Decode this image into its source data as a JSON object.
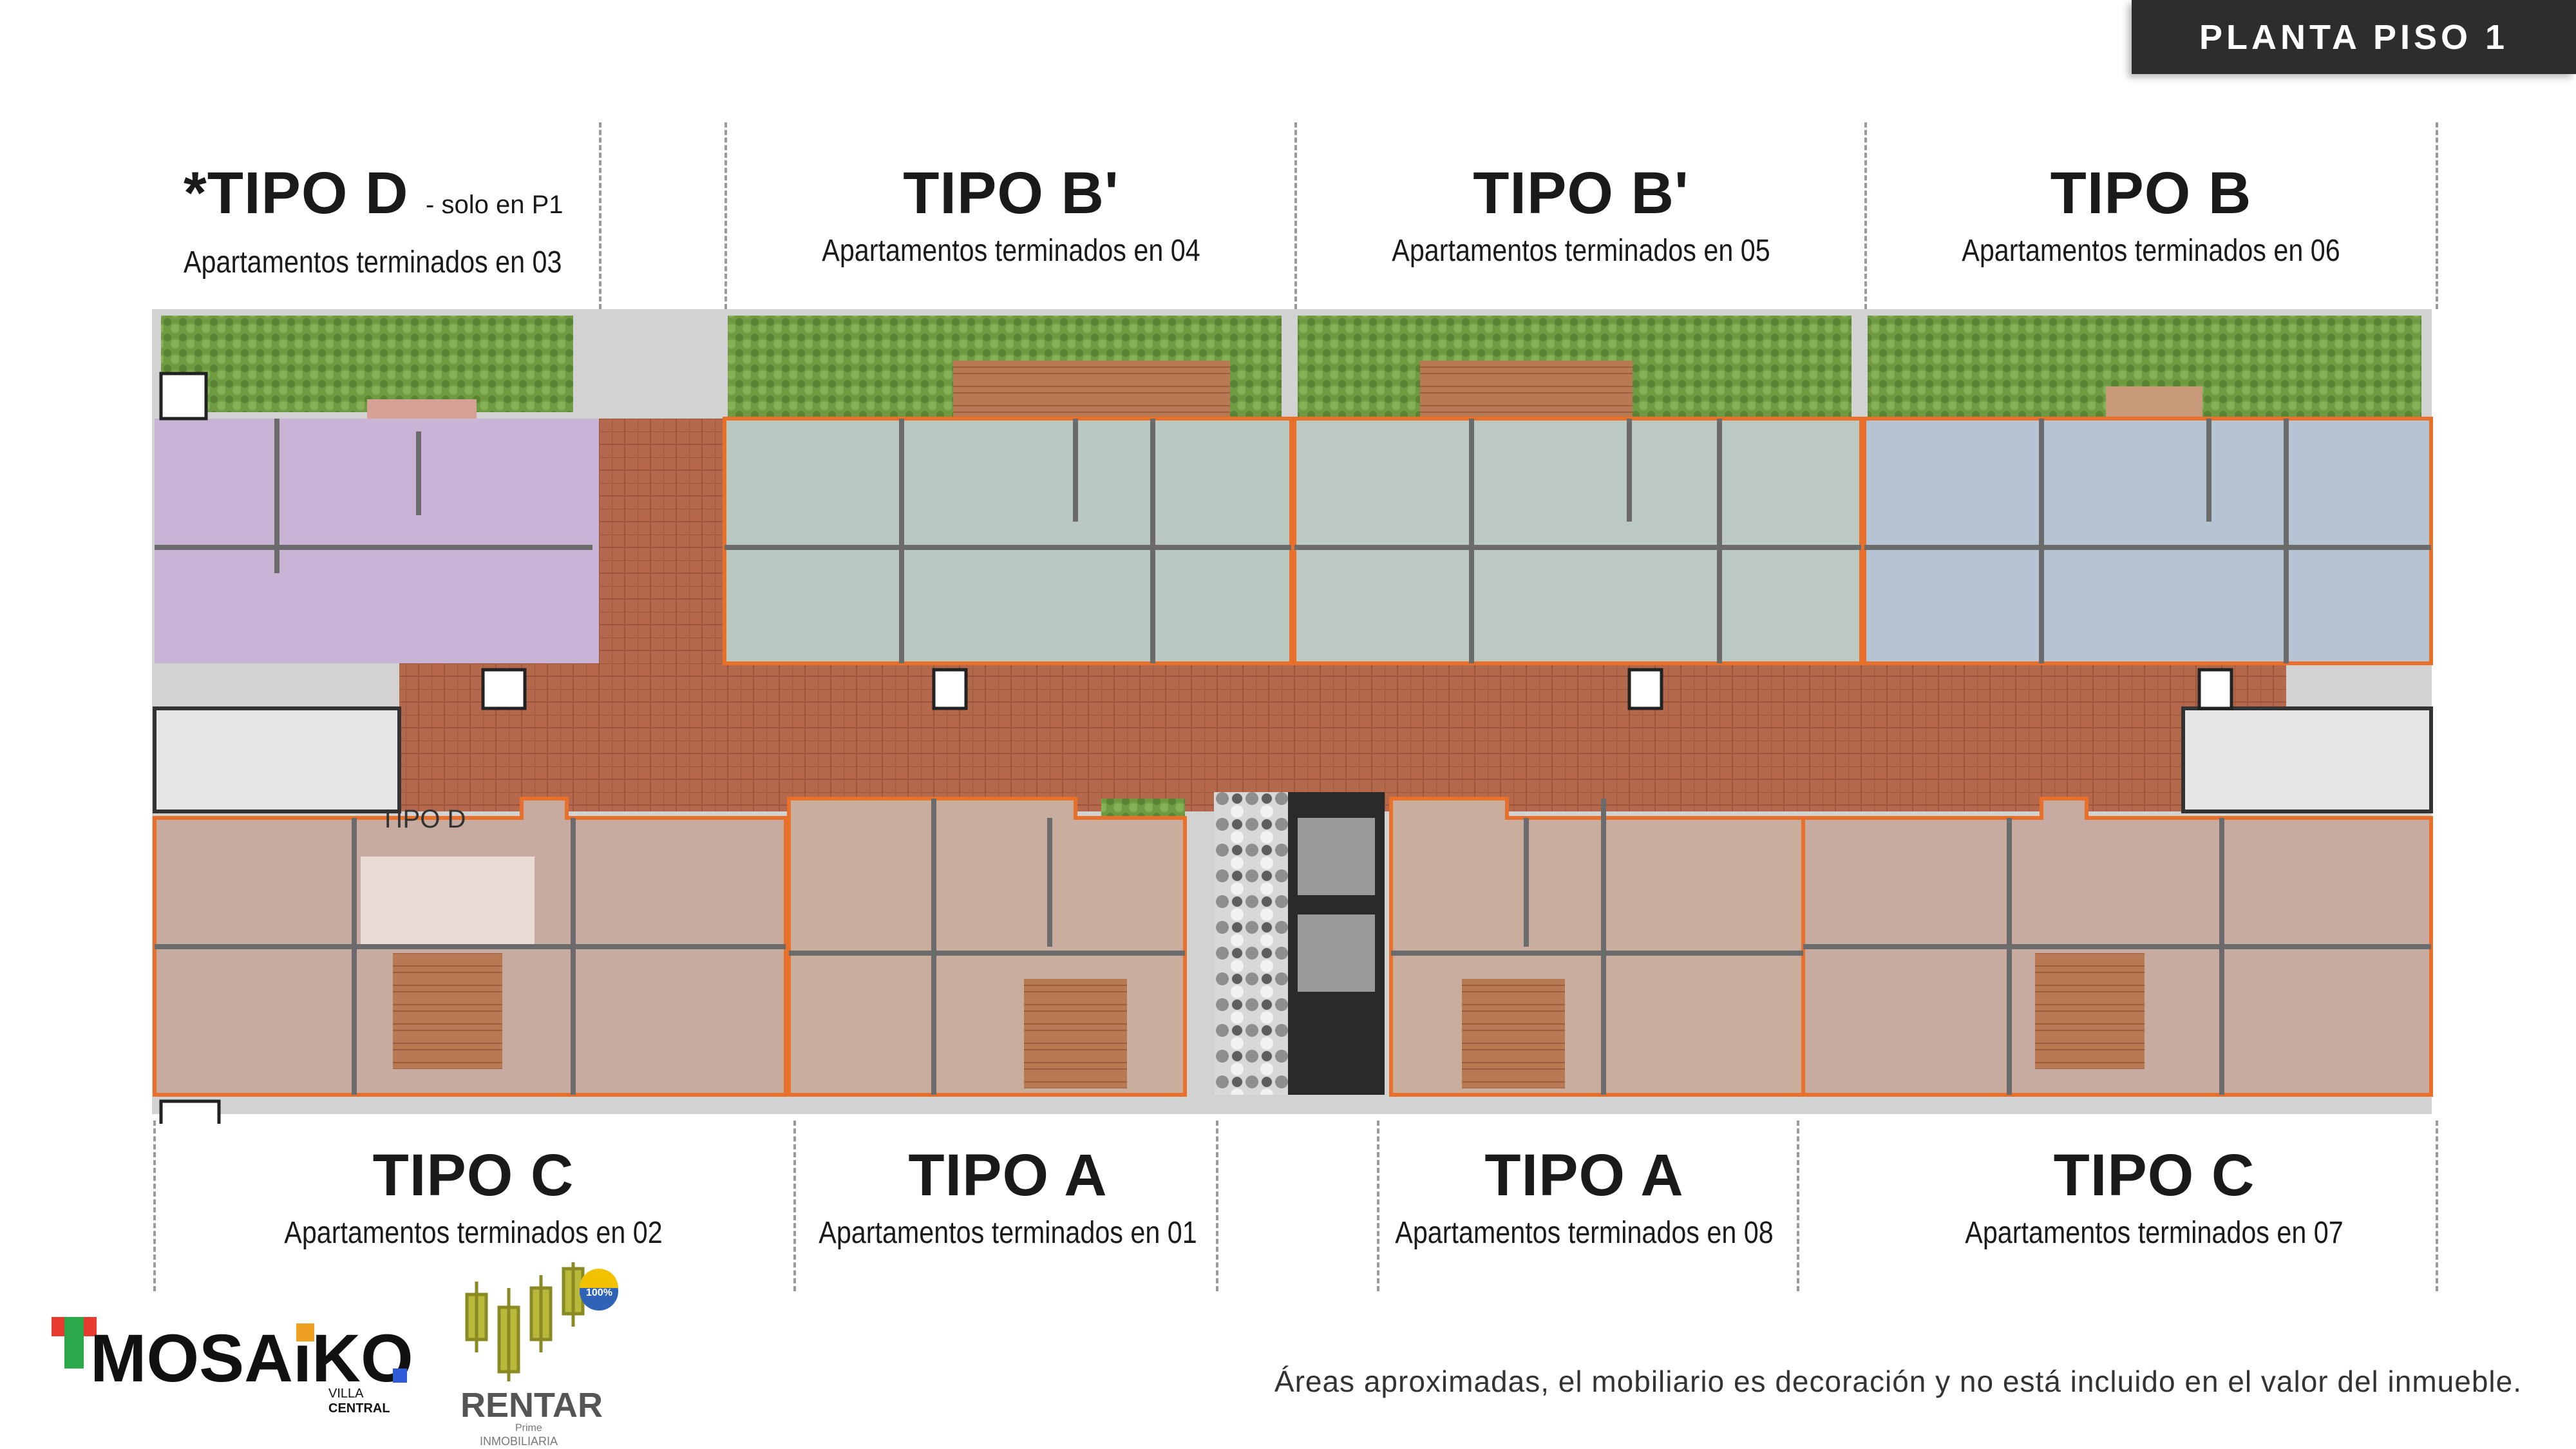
{
  "header": {
    "badge": "PLANTA PISO 1"
  },
  "units_top": [
    {
      "name": "*TIPO D",
      "note": "- solo en P1",
      "sub": "Apartamentos terminados en 03"
    },
    {
      "name": "TIPO B'",
      "sub": "Apartamentos terminados en 04"
    },
    {
      "name": "TIPO B'",
      "sub": "Apartamentos terminados en 05"
    },
    {
      "name": "TIPO B",
      "sub": "Apartamentos terminados en 06"
    }
  ],
  "units_bottom": [
    {
      "name": "TIPO C",
      "sub": "Apartamentos terminados en 02"
    },
    {
      "name": "TIPO A",
      "sub": "Apartamentos terminados en 01"
    },
    {
      "name": "TIPO A",
      "sub": "Apartamentos terminados en 08"
    },
    {
      "name": "TIPO C",
      "sub": "Apartamentos terminados en 07"
    }
  ],
  "plan": {
    "label": "TIPO D"
  },
  "brand": {
    "logo_main": "MOSAiKO",
    "logo_main_sub1": "VILLA",
    "logo_main_sub2": "CENTRAL",
    "logo_second": "RENTAR",
    "logo_second_sub1": "Prime",
    "logo_second_sub2": "INMOBILIARIA",
    "logo_second_seal": "100%"
  },
  "footer": {
    "disclaimer": "Áreas aproximadas, el mobiliario es decoración y no está incluido en el valor del inmueble."
  },
  "colors": {
    "badge_bg": "#2d2d2d",
    "outline_orange": "#e8702a",
    "corridor": "#b5694c",
    "unit_purple": "#c9b4d6",
    "unit_green": "#b9c9c2",
    "unit_blue": "#b6c3d3",
    "unit_brown": "#c7aba0",
    "garden": "#6f9b43"
  }
}
